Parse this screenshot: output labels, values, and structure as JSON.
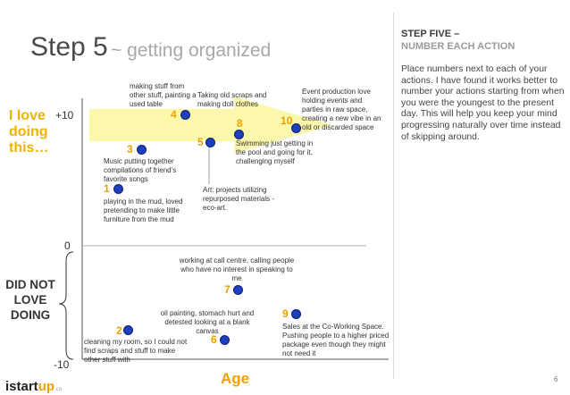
{
  "title": {
    "main": "Step 5",
    "sub": "~ getting organized"
  },
  "sidebar": {
    "heading": "STEP FIVE –",
    "subheading": "NUMBER EACH ACTION",
    "body": "Place numbers next to each of your actions.  I have found it works better to number  your actions starting from when you were the youngest to the present day. This will help you keep your mind progressing naturally over time instead of skipping around."
  },
  "axis": {
    "love_label": "I love doing this…",
    "dislike_label": "DID NOT LOVE DOING",
    "top_tick": "+10",
    "zero_tick": "0",
    "bottom_tick": "-10",
    "x_label": "Age"
  },
  "actions": [
    {
      "number": "1",
      "text": "playing in the mud, loved pretending to make little furniture from the mud"
    },
    {
      "number": "2",
      "text": "cleaning my room, so I could not find scraps and stuff to make other stuff with"
    },
    {
      "number": "3",
      "text": "Music putting together compilations of friend’s favorite songs"
    },
    {
      "number": "4",
      "text": "making stuff from other stuff, painting a used table"
    },
    {
      "number": "5",
      "text": "Taking old scraps and making doll clothes"
    },
    {
      "number": "6",
      "text": "oil painting, stomach hurt and detested looking at a blank canvas"
    },
    {
      "number": "7",
      "text": "working at call centre, calling people who have no interest in speaking to me"
    },
    {
      "number": "8",
      "text": "Swimming just getting in the pool and going for it, challenging myself"
    },
    {
      "number": "9",
      "text": "Sales at the Co-Working Space. Pushing people to a higher priced package even though they might not need it"
    },
    {
      "number": "10",
      "text": "Event production love holding events and parties in raw space, creating a new vibe in an old or discarded space"
    }
  ],
  "art_note": "Art: projects utilizing repurposed materials - eco-art.",
  "footer": {
    "logo_main": "istart",
    "logo_accent": "up",
    "logo_suffix": ".co",
    "page_number": "6"
  },
  "colors": {
    "accent": "#f0a000",
    "dot": "#1f3fbf",
    "arrow": "#fbf7a6"
  }
}
